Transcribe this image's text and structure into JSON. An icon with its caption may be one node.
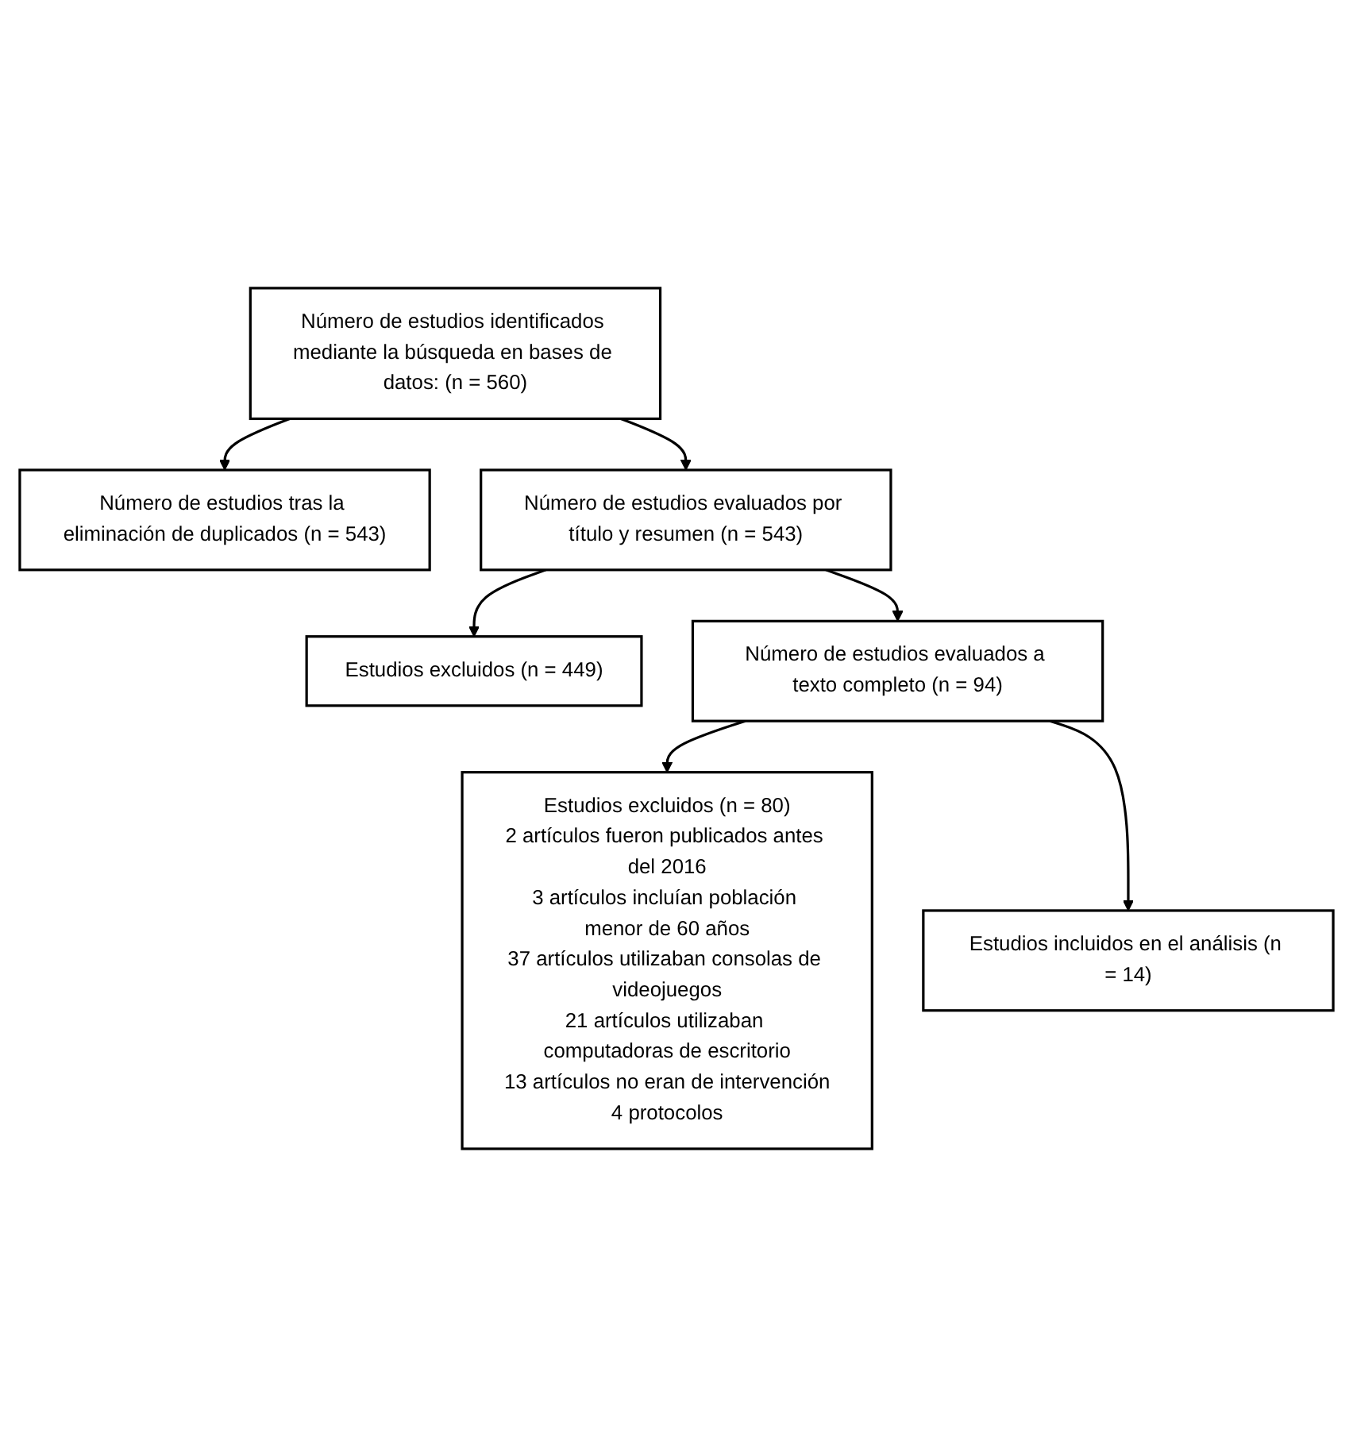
{
  "diagram": {
    "nodes": [
      {
        "text": [
          "Número de estudios identificados mediante la búsqueda en bases de datos: (n = 560)"
        ]
      },
      {
        "text": [
          "Número de estudios tras la eliminación de duplicados (n = 543)"
        ]
      },
      {
        "text": [
          "Número de estudios evaluados por título y resumen (n = 543)"
        ]
      },
      {
        "text": [
          "Estudios excluidos (n = 449)"
        ]
      },
      {
        "text": [
          "Número de estudios evaluados a texto completo (n = 94)"
        ]
      },
      {
        "text": [
          "Estudios excluidos (n = 80)",
          "2 artículos fueron publicados antes del 2016",
          "3 artículos incluían población menor de 60 años",
          "37 artículos utilizaban consolas de videojuegos",
          "21 artículos utilizaban computadoras de escritorio",
          "13 artículos no eran de intervención",
          "4 protocolos"
        ]
      },
      {
        "text": [
          "Estudios incluidos en el análisis (n = 14)"
        ]
      }
    ],
    "edges": [
      {
        "from": 0,
        "to": 1,
        "arrow": "to"
      },
      {
        "from": 0,
        "to": 2,
        "arrow": "to"
      },
      {
        "from": 2,
        "to": 3,
        "arrow": "to"
      },
      {
        "from": 2,
        "to": 4,
        "arrow": "to"
      },
      {
        "from": 4,
        "to": 5,
        "arrow": "to"
      },
      {
        "from": 4,
        "to": 6,
        "arrow": "to"
      }
    ]
  }
}
